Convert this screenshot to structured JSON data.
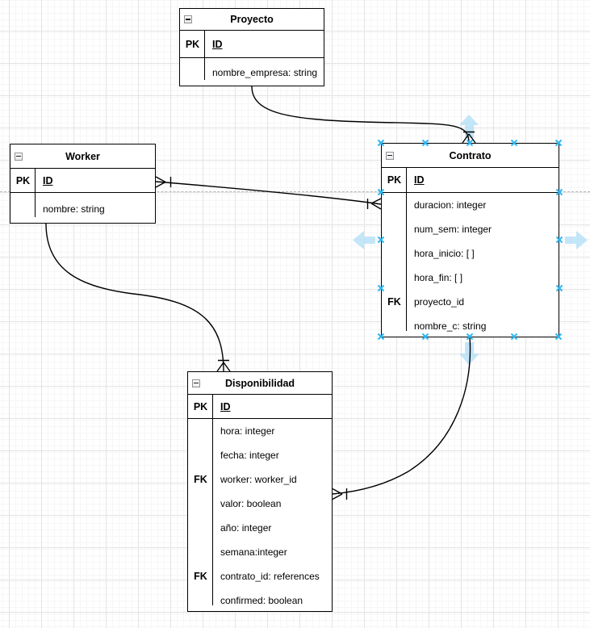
{
  "canvas": {
    "tool": "diagram-editor-grid-canvas",
    "page_divider": "horizontal dashed line",
    "colors": {
      "entity_border": "#000000",
      "entity_fill": "#ffffff",
      "selection_handle": "#29b6f2",
      "direction_arrow": "#aadcf7",
      "grid_major": "#e4e4e4",
      "grid_minor": "#f6f6f6",
      "page_divider": "#b9b9b9"
    }
  },
  "entities": [
    {
      "id": "proyecto",
      "title": "Proyecto",
      "pk_label": "PK",
      "pk_field": "ID",
      "rows": [
        {
          "key": "",
          "text": "nombre_empresa: string"
        }
      ]
    },
    {
      "id": "worker",
      "title": "Worker",
      "pk_label": "PK",
      "pk_field": "ID",
      "rows": [
        {
          "key": "",
          "text": "nombre: string"
        }
      ]
    },
    {
      "id": "contrato",
      "title": "Contrato",
      "pk_label": "PK",
      "pk_field": "ID",
      "rows": [
        {
          "key": "",
          "text": "duracion: integer"
        },
        {
          "key": "",
          "text": "num_sem: integer"
        },
        {
          "key": "",
          "text": "hora_inicio: [ ]"
        },
        {
          "key": "",
          "text": "hora_fin: [ ]"
        },
        {
          "key": "FK",
          "text": "proyecto_id"
        },
        {
          "key": "",
          "text": "nombre_c: string"
        }
      ]
    },
    {
      "id": "disponibilidad",
      "title": "Disponibilidad",
      "pk_label": "PK",
      "pk_field": "ID",
      "rows": [
        {
          "key": "",
          "text": "hora: integer"
        },
        {
          "key": "",
          "text": "fecha: integer"
        },
        {
          "key": "FK",
          "text": "worker: worker_id"
        },
        {
          "key": "",
          "text": "valor: boolean"
        },
        {
          "key": "",
          "text": "año: integer"
        },
        {
          "key": "",
          "text": "semana:integer"
        },
        {
          "key": "FK",
          "text": "contrato_id: references"
        },
        {
          "key": "",
          "text": "confirmed: boolean"
        }
      ]
    }
  ],
  "relationships": [
    {
      "id": "proyecto-contrato",
      "from": "Proyecto",
      "to": "Contrato",
      "end_marker": "one-bar + crow's foot at Contrato top"
    },
    {
      "id": "worker-contrato",
      "from": "Worker",
      "to": "Contrato",
      "end_marker": "one-bar + crow's foot at both ends"
    },
    {
      "id": "worker-disponibilidad",
      "from": "Worker",
      "to": "Disponibilidad",
      "end_marker": "one-bar + crow's foot at Disponibilidad top"
    },
    {
      "id": "contrato-disponibilidad",
      "from": "Contrato",
      "to": "Disponibilidad",
      "end_marker": "one-bar + crow's foot at Disponibilidad right"
    }
  ],
  "selection": {
    "selected_entity": "Contrato",
    "handles": "cyan x-shaped resize handles",
    "direction_arrows": [
      "up",
      "down",
      "left",
      "right"
    ]
  },
  "icons": {
    "collapse": "minus-box"
  }
}
